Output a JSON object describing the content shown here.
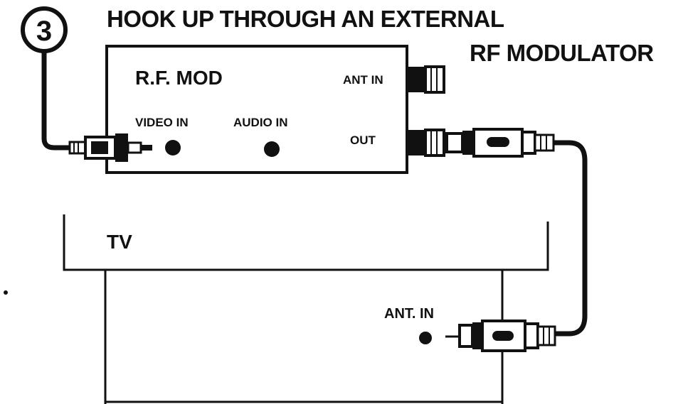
{
  "step_number": "3",
  "title_line1": "HOOK UP THROUGH AN EXTERNAL",
  "title_line2": "RF MODULATOR",
  "rf_mod": {
    "label": "R.F. MOD",
    "ant_in_label": "ANT IN",
    "video_in_label": "VIDEO IN",
    "audio_in_label": "AUDIO IN",
    "out_label": "OUT"
  },
  "tv": {
    "label": "TV",
    "ant_in_label": "ANT. IN"
  },
  "colors": {
    "ink": "#111111",
    "paper": "#ffffff"
  }
}
